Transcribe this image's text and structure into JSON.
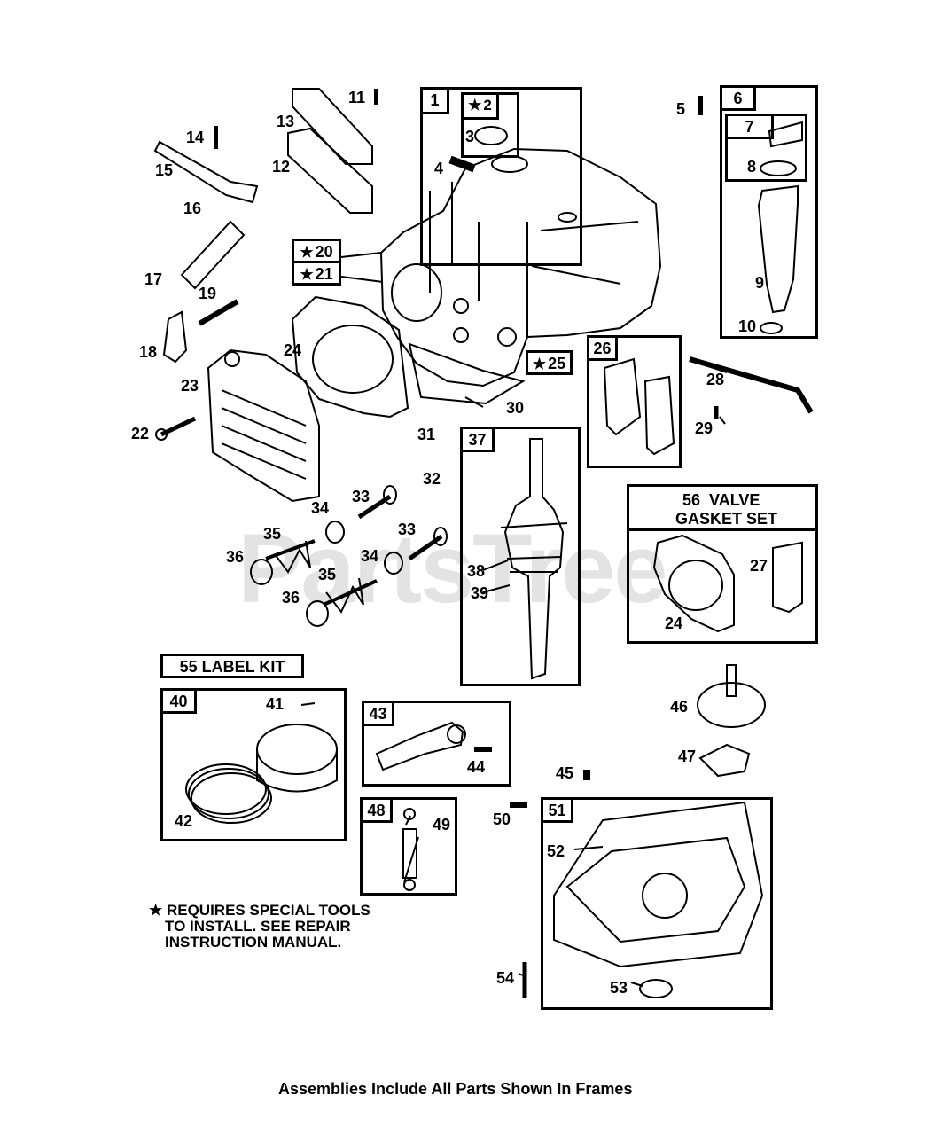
{
  "watermark": "PartsTree",
  "frames": {
    "f1": "1",
    "f2": "2",
    "f6": "6",
    "f7": "7",
    "f26": "26",
    "f37": "37",
    "f40": "40",
    "f43": "43",
    "f48": "48",
    "f51": "51"
  },
  "star_labels": {
    "s20": "20",
    "s21": "21",
    "s25": "25"
  },
  "kits": {
    "valve_gasket_set": "56 VALVE GASKET SET",
    "label_kit": "55 LABEL KIT"
  },
  "callouts": {
    "c3": "3",
    "c4": "4",
    "c5": "5",
    "c8": "8",
    "c9": "9",
    "c10": "10",
    "c11": "11",
    "c12": "12",
    "c13": "13",
    "c14": "14",
    "c15": "15",
    "c16": "16",
    "c17": "17",
    "c18": "18",
    "c19": "19",
    "c22": "22",
    "c23": "23",
    "c24a": "24",
    "c24b": "24",
    "c27": "27",
    "c28": "28",
    "c29": "29",
    "c30": "30",
    "c31": "31",
    "c32": "32",
    "c33a": "33",
    "c33b": "33",
    "c34a": "34",
    "c34b": "34",
    "c35a": "35",
    "c35b": "35",
    "c36a": "36",
    "c36b": "36",
    "c38": "38",
    "c39": "39",
    "c41": "41",
    "c42": "42",
    "c44": "44",
    "c45": "45",
    "c46": "46",
    "c47": "47",
    "c49": "49",
    "c50": "50",
    "c52": "52",
    "c53": "53",
    "c54": "54"
  },
  "note": "★ REQUIRES SPECIAL TOOLS\nTO INSTALL.  SEE REPAIR\nINSTRUCTION MANUAL.",
  "note_lines": [
    "★ REQUIRES SPECIAL TOOLS",
    "TO INSTALL.  SEE REPAIR",
    "INSTRUCTION MANUAL."
  ],
  "caption": "Assemblies Include All Parts Shown In Frames"
}
